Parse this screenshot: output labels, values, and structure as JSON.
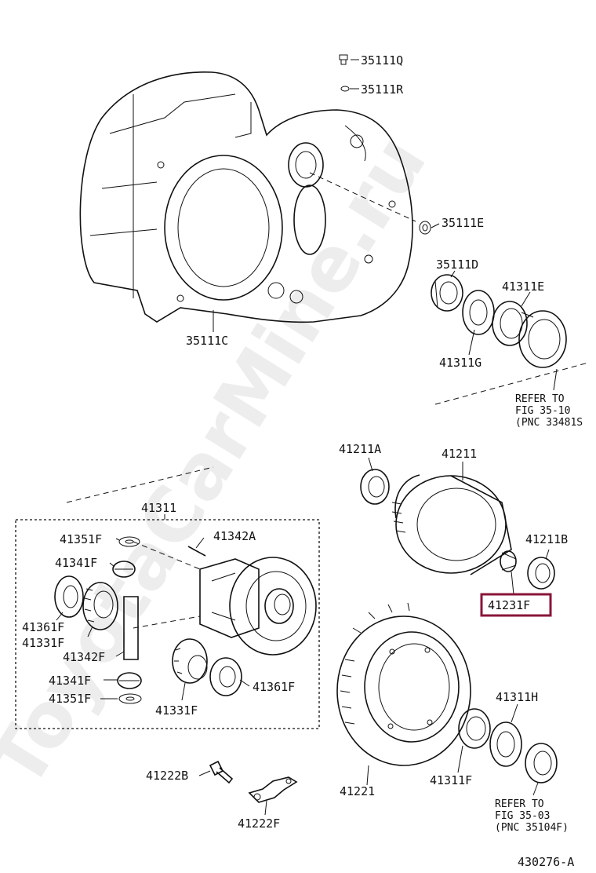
{
  "labels": {
    "p35111Q": "35111Q",
    "p35111R": "35111R",
    "p35111E": "35111E",
    "p35111D": "35111D",
    "p41311E": "41311E",
    "p41311G": "41311G",
    "p35111C": "35111C",
    "p41211A": "41211A",
    "p41211": "41211",
    "p41211B": "41211B",
    "p41231F": "41231F",
    "p41311": "41311",
    "p41351F_a": "41351F",
    "p41342A": "41342A",
    "p41341F_a": "41341F",
    "p41361F_a": "41361F",
    "p41331F_a": "41331F",
    "p41342F": "41342F",
    "p41341F_b": "41341F",
    "p41351F_b": "41351F",
    "p41331F_b": "41331F",
    "p41361F_b": "41361F",
    "p41222B": "41222B",
    "p41222F": "41222F",
    "p41221": "41221",
    "p41311F": "41311F",
    "p41311H": "41311H"
  },
  "refs": {
    "top": [
      "REFER TO",
      "FIG 35-10",
      "(PNC 33481S"
    ],
    "bottom": [
      "REFER TO",
      "FIG 35-03",
      "(PNC 35104F)"
    ]
  },
  "figure_code": "430276-A",
  "watermark": "ToyotaCarMine.ru",
  "highlight_color": "#8a1538"
}
